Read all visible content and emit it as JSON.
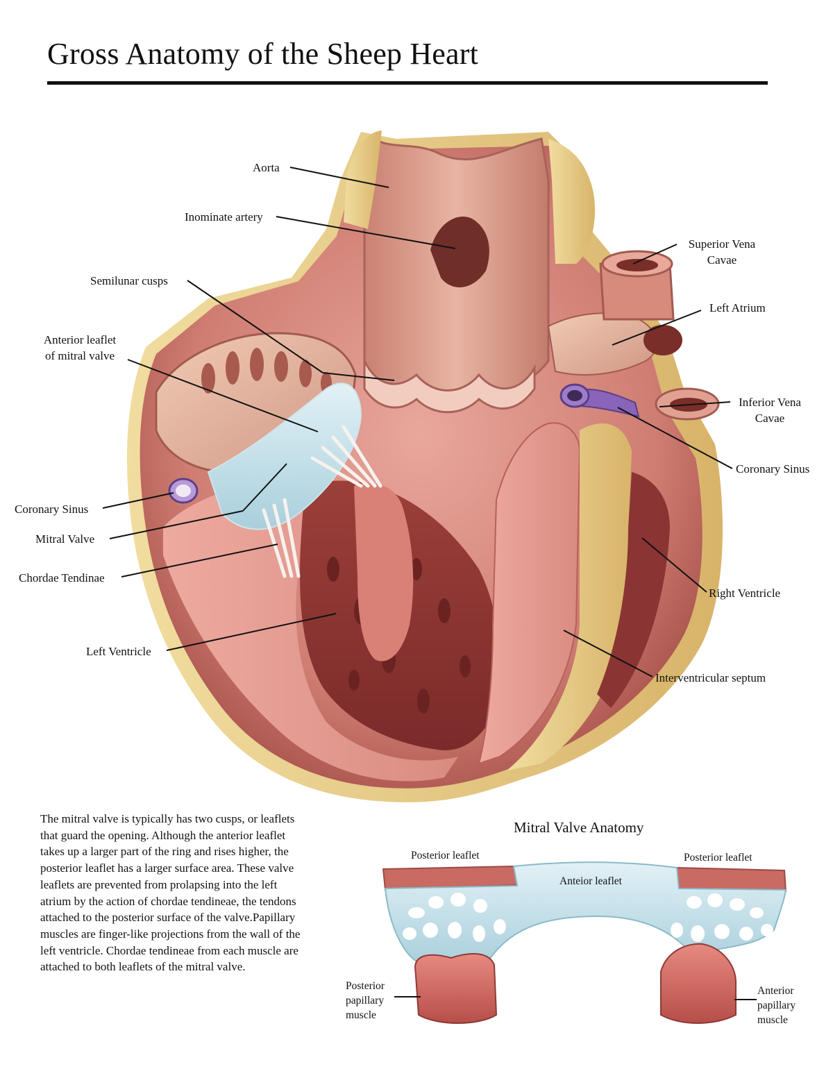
{
  "title": "Gross Anatomy of the Sheep Heart",
  "labels": {
    "aorta": "Aorta",
    "inominate_artery": "Inominate artery",
    "semilunar_cusps": "Semilunar cusps",
    "anterior_leaflet_line1": "Anterior leaflet",
    "anterior_leaflet_line2": "of mitral valve",
    "coronary_sinus_left": "Coronary Sinus",
    "mitral_valve": "Mitral Valve",
    "chordae_tendinae": "Chordae Tendinae",
    "left_ventricle": "Left Ventricle",
    "superior_vena_line1": "Superior Vena",
    "superior_vena_line2": "Cavae",
    "left_atrium": "Left Atrium",
    "inferior_vena_line1": "Inferior Vena",
    "inferior_vena_line2": "Cavae",
    "coronary_sinus_right": "Coronary Sinus",
    "right_ventricle": "Right Ventricle",
    "interventricular_septum": "Interventricular septum"
  },
  "description": "The mitral valve is typically has two cusps, or leaflets that guard the opening. Although the anterior leaflet takes up a larger part of the ring and rises higher, the posterior leaflet has a larger surface area. These valve leaflets are prevented from prolapsing into the left atrium by the action of chordae tendineae, the tendons attached to the posterior surface of the valve.Papillary muscles are finger-like projections from the wall of the left ventricle. Chordae tendineae from each muscle are attached to both leaflets of the mitral valve.",
  "inset": {
    "title": "Mitral Valve Anatomy",
    "posterior_leaflet_left": "Posterior leaflet",
    "posterior_leaflet_right": "Posterior leaflet",
    "anterior_leaflet": "Anteior leaflet",
    "posterior_papillary_line1": "Posterior",
    "posterior_papillary_line2": "papillary",
    "posterior_papillary_line3": "muscle",
    "anterior_papillary_line1": "Anterior",
    "anterior_papillary_line2": "papillary",
    "anterior_papillary_line3": "muscle"
  },
  "colors": {
    "muscle_light": "#e8a49a",
    "muscle_mid": "#c9736a",
    "muscle_dark": "#8e3a36",
    "fat": "#e9cf8e",
    "chordae": "#f4f1ee",
    "vessel_purple": "#8a64b8",
    "valve_blue": "#bcdbe6"
  }
}
